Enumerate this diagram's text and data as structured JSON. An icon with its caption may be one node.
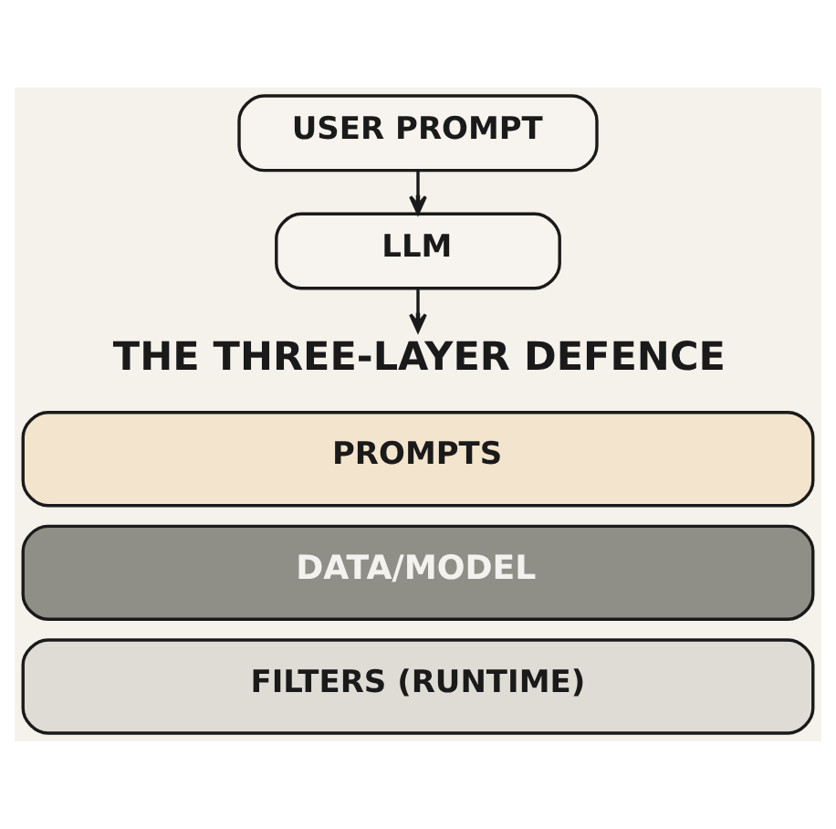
{
  "diagram": {
    "nodes": [
      {
        "text": [
          "USER PROMPT"
        ]
      },
      {
        "text": [
          "LLM"
        ]
      },
      {
        "text": [
          "THE THREE-LAYER DEFENCE"
        ]
      },
      {
        "text": [
          "PROMPTS"
        ]
      },
      {
        "text": [
          "DATA/MODEL"
        ]
      },
      {
        "text": [
          "FILTERS (RUNTIME)"
        ]
      }
    ],
    "edges": [
      {
        "from": 0,
        "to": 1,
        "arrow": "to"
      },
      {
        "from": 1,
        "to": 2,
        "arrow": "to"
      }
    ]
  }
}
